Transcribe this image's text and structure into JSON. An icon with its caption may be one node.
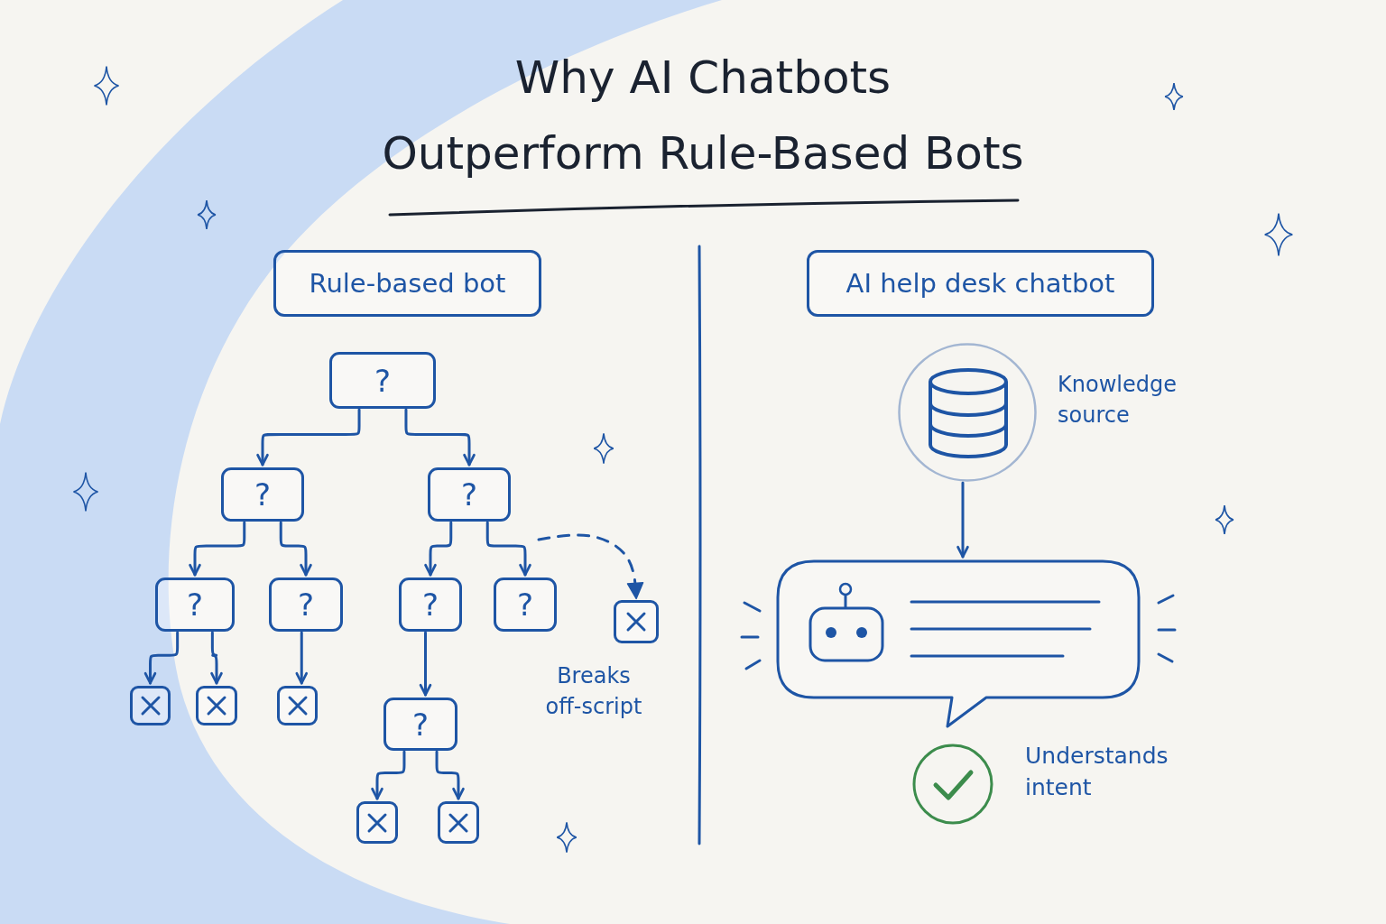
{
  "diagram": {
    "title": "Why AI Chatbots Outperform Rule-Based Bots",
    "nodes": [
      {
        "text": [
          "Rule-based bot"
        ]
      },
      {
        "text": [
          "AI help desk chatbot"
        ]
      },
      {
        "text": [
          "?"
        ]
      },
      {
        "text": [
          "?"
        ]
      },
      {
        "text": [
          "?"
        ]
      },
      {
        "text": [
          "?"
        ]
      },
      {
        "text": [
          "?"
        ]
      },
      {
        "text": [
          "?"
        ]
      },
      {
        "text": [
          "?"
        ]
      },
      {
        "text": [],
        "shape": "box",
        "beside": [
          "Breaks off-script"
        ]
      },
      {
        "text": [],
        "shape": "box"
      },
      {
        "text": [],
        "shape": "box"
      },
      {
        "text": [],
        "shape": "box"
      },
      {
        "text": [
          "?"
        ]
      },
      {
        "text": [],
        "shape": "box"
      },
      {
        "text": [],
        "shape": "box"
      },
      {
        "text": [],
        "shape": "circle",
        "beside": [
          "Knowledge source"
        ]
      },
      {
        "text": [],
        "shape": "bubble"
      }
    ],
    "edges": [
      {
        "from": 2,
        "to": 3,
        "arrow": "to"
      },
      {
        "from": 2,
        "to": 4,
        "arrow": "to"
      },
      {
        "from": 3,
        "to": 5,
        "arrow": "to"
      },
      {
        "from": 3,
        "to": 6,
        "arrow": "to"
      },
      {
        "from": 4,
        "to": 7,
        "arrow": "to"
      },
      {
        "from": 4,
        "to": 8,
        "arrow": "to"
      },
      {
        "from": null,
        "to": 9,
        "arrow": "to",
        "style": "dashed"
      },
      {
        "from": 5,
        "to": 10,
        "arrow": "to"
      },
      {
        "from": 5,
        "to": 11,
        "arrow": "to"
      },
      {
        "from": 6,
        "to": 12,
        "arrow": "to"
      },
      {
        "from": 7,
        "to": 13,
        "arrow": "to"
      },
      {
        "from": 13,
        "to": 14,
        "arrow": "to"
      },
      {
        "from": 13,
        "to": 15,
        "arrow": "to"
      },
      {
        "from": 16,
        "to": 17,
        "arrow": "to"
      }
    ],
    "labels": [
      "Understands intent"
    ]
  }
}
